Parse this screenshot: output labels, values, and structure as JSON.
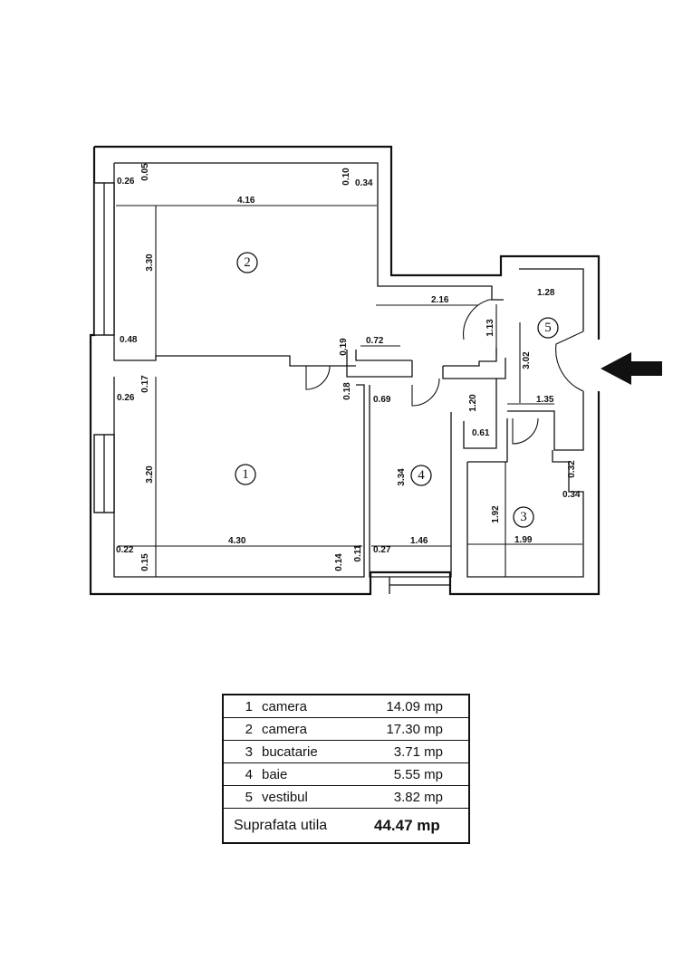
{
  "plan": {
    "rooms": [
      {
        "number": "1"
      },
      {
        "number": "2"
      },
      {
        "number": "3"
      },
      {
        "number": "4"
      },
      {
        "number": "5"
      }
    ],
    "dimensions": {
      "d_416": "4.16",
      "d_330": "3.30",
      "d_216": "2.16",
      "d_128": "1.28",
      "d_113": "1.13",
      "d_302": "3.02",
      "d_048": "0.48",
      "d_019": "0.19",
      "d_072": "0.72",
      "d_018": "0.18",
      "d_069": "0.69",
      "d_120": "1.20",
      "d_061": "0.61",
      "d_135": "1.35",
      "d_026a": "0.26",
      "d_005": "0.05",
      "d_010": "0.10",
      "d_034a": "0.34",
      "d_026b": "0.26",
      "d_017": "0.17",
      "d_320": "3.20",
      "d_430": "4.30",
      "d_022": "0.22",
      "d_015": "0.15",
      "d_014": "0.14",
      "d_011": "0.11",
      "d_027": "0.27",
      "d_146": "1.46",
      "d_334": "3.34",
      "d_032": "0.32",
      "d_034b": "0.34",
      "d_192": "1.92",
      "d_199": "1.99"
    },
    "entrance_arrow": "arrow-left-icon"
  },
  "table": {
    "rows": [
      {
        "num": "1",
        "name": "camera",
        "area": "14.09 mp"
      },
      {
        "num": "2",
        "name": "camera",
        "area": "17.30 mp"
      },
      {
        "num": "3",
        "name": "bucatarie",
        "area": "3.71 mp"
      },
      {
        "num": "4",
        "name": "baie",
        "area": "5.55 mp"
      },
      {
        "num": "5",
        "name": "vestibul",
        "area": "3.82 mp"
      }
    ],
    "total_label": "Suprafata utila",
    "total_value": "44.47 mp"
  }
}
